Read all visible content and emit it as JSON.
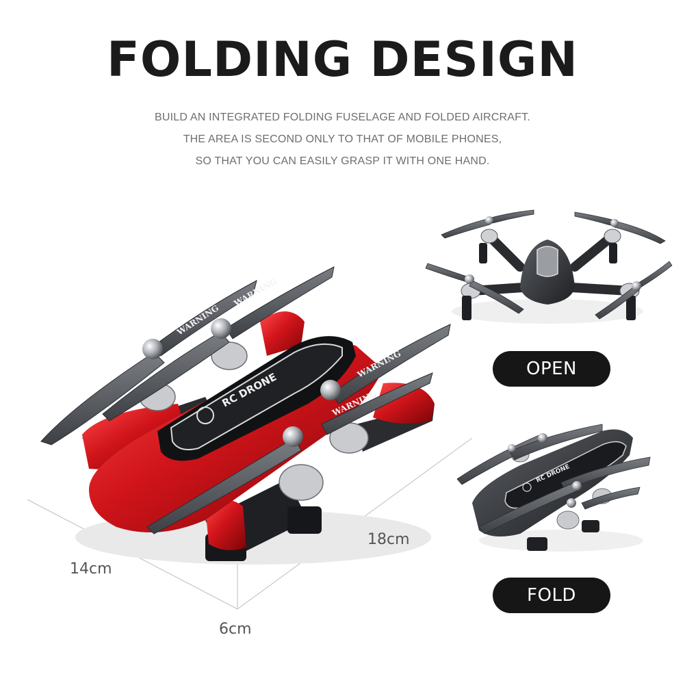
{
  "header": {
    "title": "FOLDING DESIGN",
    "lines": [
      "BUILD AN INTEGRATED FOLDING FUSELAGE AND FOLDED AIRCRAFT.",
      "THE AREA IS SECOND ONLY TO THAT OF MOBILE PHONES,",
      "SO THAT YOU CAN EASILY GRASP IT WITH ONE HAND."
    ]
  },
  "dimensions": {
    "width": "14cm",
    "length": "18cm",
    "height": "6cm"
  },
  "states": {
    "open_label": "OPEN",
    "fold_label": "FOLD"
  },
  "drone": {
    "body_text": "RC DRONE",
    "propeller_text": "WARNING",
    "colors": {
      "main_body": "#c8161b",
      "secondary_body": "#3a3d42",
      "propeller": "#55585d"
    }
  }
}
